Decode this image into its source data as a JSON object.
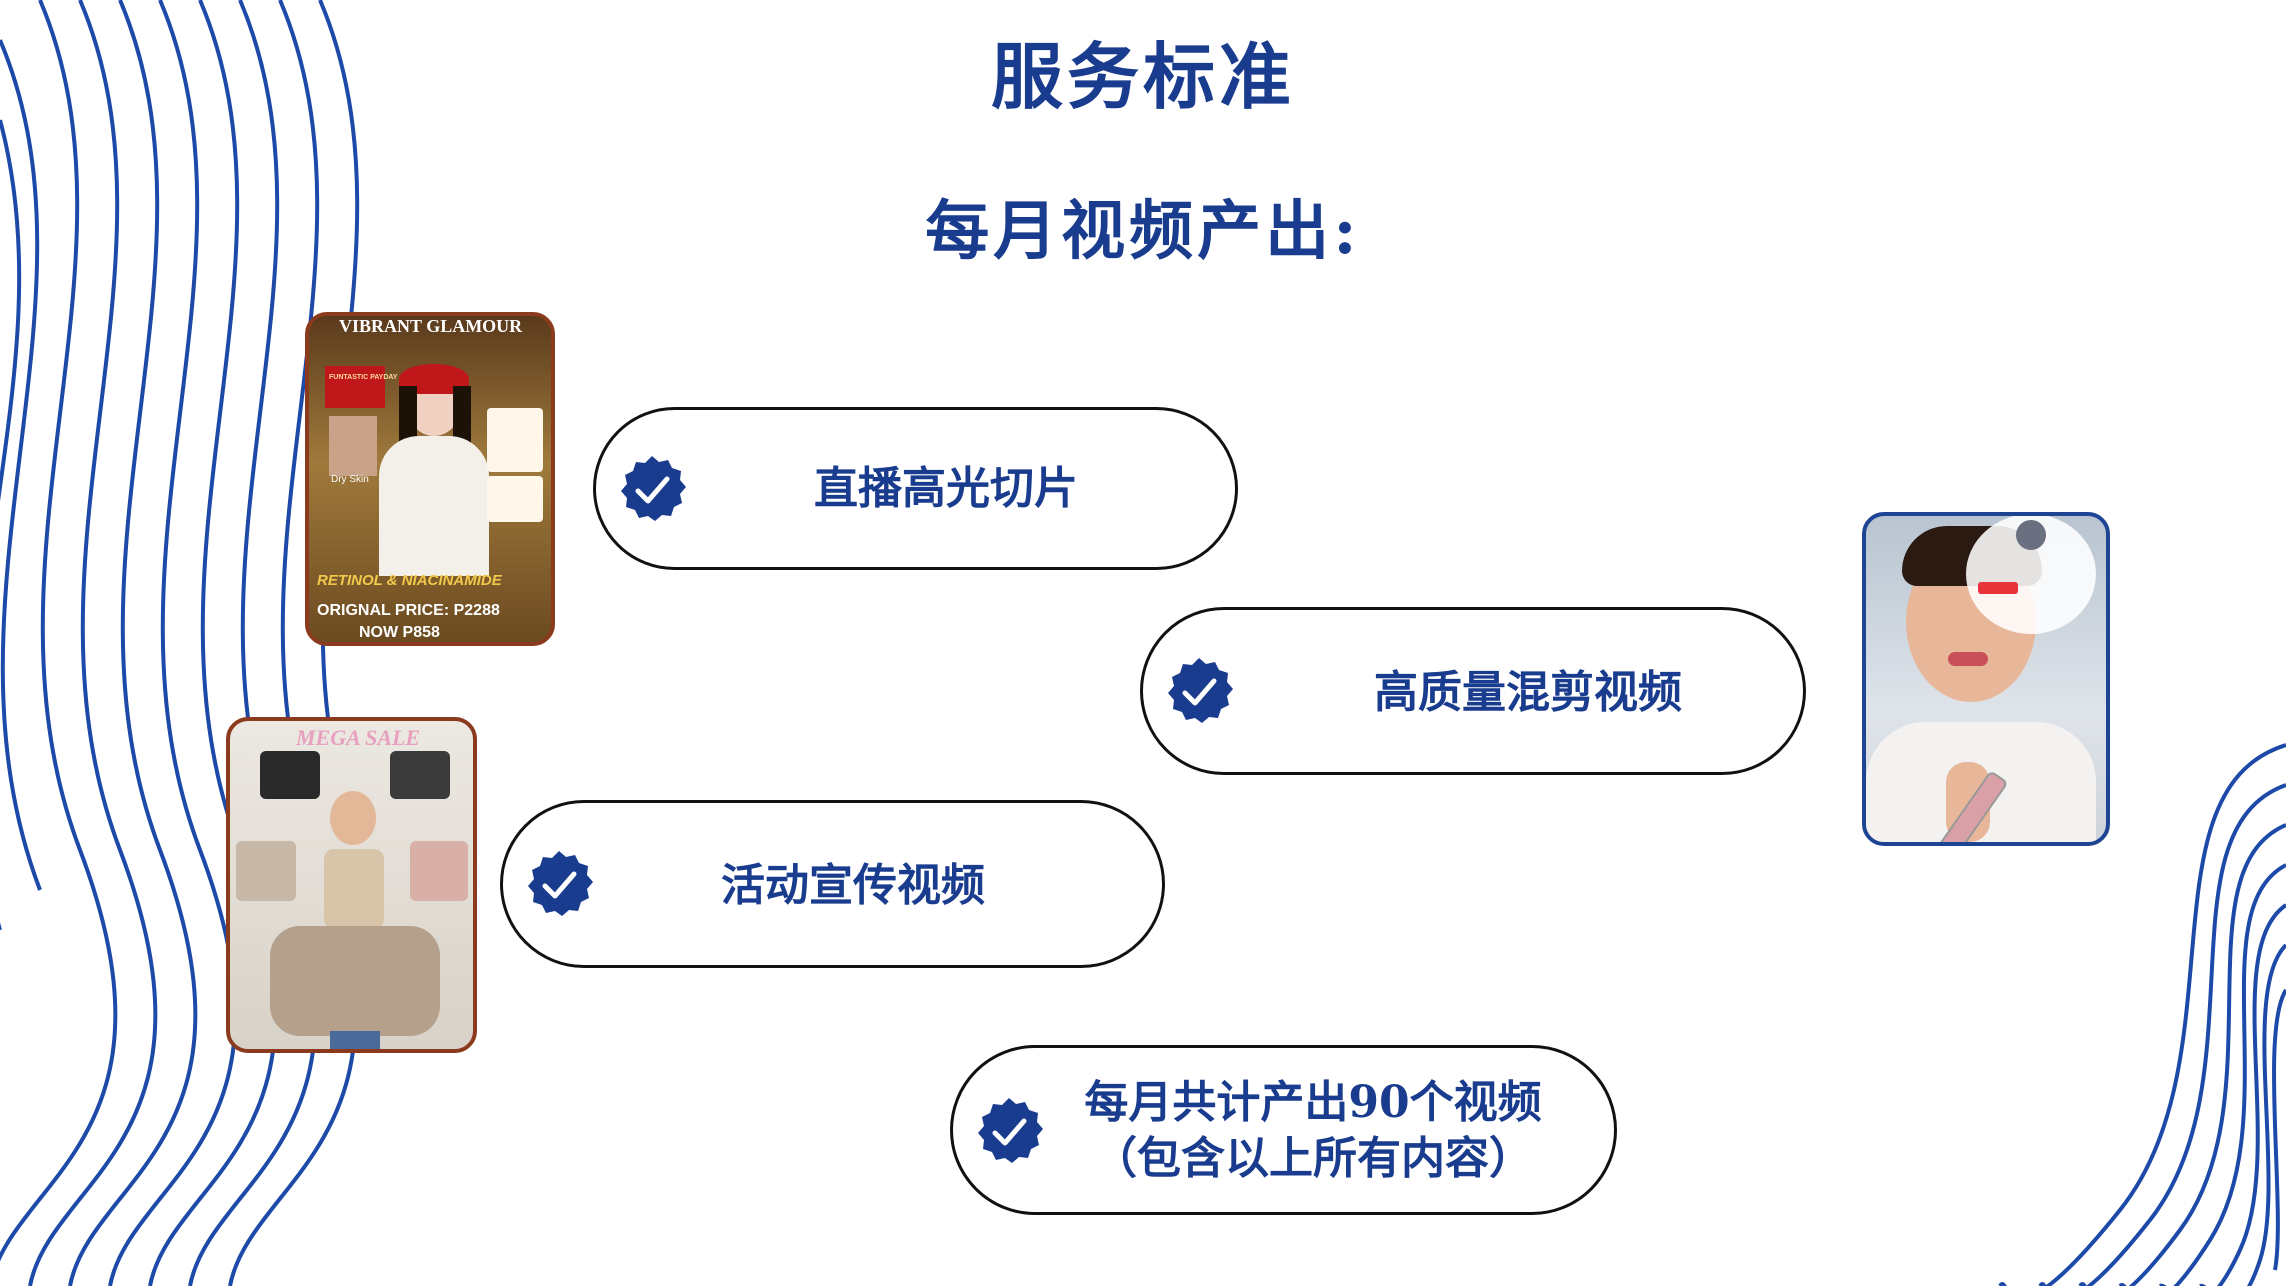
{
  "header": {
    "title": "服务标准",
    "subtitle": "每月视频产出:"
  },
  "items": [
    {
      "label": "直播高光切片"
    },
    {
      "label": "高质量混剪视频"
    },
    {
      "label": "活动宣传视频"
    },
    {
      "label_line1": "每月共计产出90个视频",
      "label_line2": "（包含以上所有内容）"
    }
  ],
  "thumbnails": {
    "beauty": {
      "brand": "VIBRANT GLAMOUR",
      "promo": "FUNTASTIC PAYDAY",
      "tag": "Dry Skin",
      "product": "RETINOL & NIACINAMIDE",
      "old_price": "ORIGNAL PRICE: P2288",
      "new_price": "NOW P858"
    },
    "bag": {
      "banner": "MEGA SALE"
    },
    "lip": {}
  },
  "colors": {
    "accent": "#1a3c8e",
    "line": "#1d4aa8",
    "thumb_border_brown": "#8b3a1e",
    "thumb_border_blue": "#1e4494"
  },
  "icons": [
    "check-badge-icon"
  ]
}
